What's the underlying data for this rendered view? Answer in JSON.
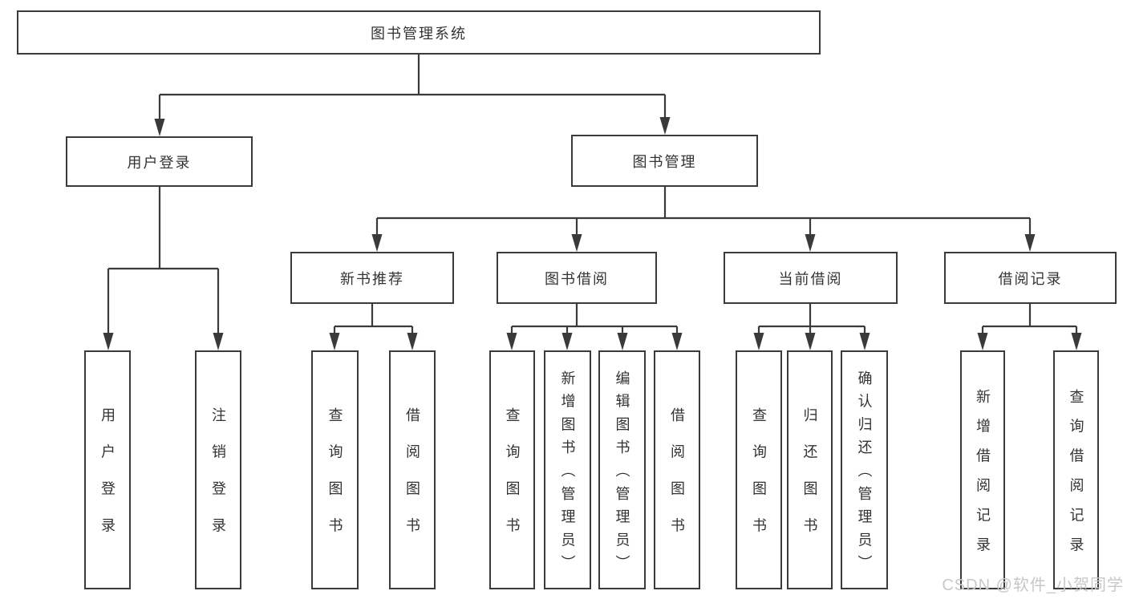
{
  "diagram_type": "hierarchy-tree",
  "tree": {
    "root": {
      "label": "图书管理系统",
      "children": [
        {
          "label": "用户登录",
          "children": [
            {
              "label": "用户登录"
            },
            {
              "label": "注销登录"
            }
          ]
        },
        {
          "label": "图书管理",
          "children": [
            {
              "label": "新书推荐",
              "children": [
                {
                  "label": "查询图书"
                },
                {
                  "label": "借阅图书"
                }
              ]
            },
            {
              "label": "图书借阅",
              "children": [
                {
                  "label": "查询图书"
                },
                {
                  "label": "新增图书（管理员）"
                },
                {
                  "label": "编辑图书（管理员）"
                },
                {
                  "label": "借阅图书"
                }
              ]
            },
            {
              "label": "当前借阅",
              "children": [
                {
                  "label": "查询图书"
                },
                {
                  "label": "归还图书"
                },
                {
                  "label": "确认归还（管理员）"
                }
              ]
            },
            {
              "label": "借阅记录",
              "children": [
                {
                  "label": "新增借阅记录"
                },
                {
                  "label": "查询借阅记录"
                }
              ]
            }
          ]
        }
      ]
    }
  },
  "watermark": {
    "text": "CSDN @软件_小贺同学"
  },
  "colors": {
    "line": "#3a3a3a",
    "text": "#333333",
    "box_background": "#ffffff",
    "watermark_text": "#c8c8c8",
    "page_background": "#ffffff"
  }
}
